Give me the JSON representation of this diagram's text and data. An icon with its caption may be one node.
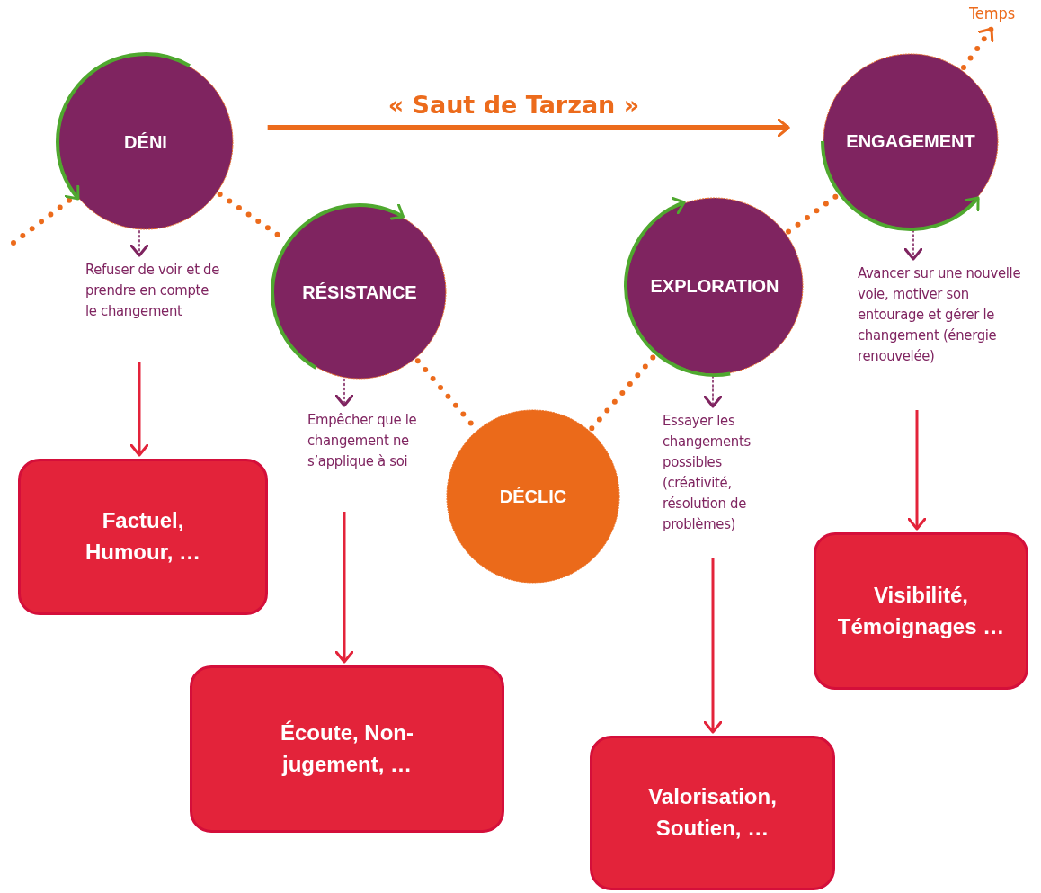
{
  "diagram": {
    "nodes": [
      {
        "text": [
          "DÉNI"
        ]
      },
      {
        "text": [
          "RÉSISTANCE"
        ]
      },
      {
        "text": [
          "DÉCLIC"
        ]
      },
      {
        "text": [
          "EXPLORATION"
        ]
      },
      {
        "text": [
          "ENGAGEMENT"
        ]
      },
      {
        "text": [
          "Temps"
        ]
      },
      {
        "text": [
          "Refuser de voir et de prendre en compte le changement"
        ]
      },
      {
        "text": [
          "Factuel, Humour, …"
        ]
      },
      {
        "text": [
          "Empêcher que le changement ne s’applique à soi"
        ]
      },
      {
        "text": [
          "Écoute, Non-jugement, …"
        ]
      },
      {
        "text": [
          "Essayer les changements possibles (créativité, résolution de problèmes)"
        ]
      },
      {
        "text": [
          "Valorisation, Soutien, …"
        ]
      },
      {
        "text": [
          "Avancer sur une nouvelle voie, motiver son entourage et gérer le changement (énergie renouvelée)"
        ]
      },
      {
        "text": [
          "Visibilité, Témoignages …"
        ]
      }
    ],
    "edges": [
      {
        "from": null,
        "to": 0,
        "arrow": "none",
        "style": "dashed",
        "color": "#ec6b1c"
      },
      {
        "from": 0,
        "to": 1,
        "arrow": "none",
        "style": "dashed",
        "color": "#ec6b1c"
      },
      {
        "from": 1,
        "to": 2,
        "arrow": "none",
        "style": "dashed",
        "color": "#ec6b1c"
      },
      {
        "from": 2,
        "to": 3,
        "arrow": "none",
        "style": "dashed",
        "color": "#ec6b1c"
      },
      {
        "from": 3,
        "to": 4,
        "arrow": "none",
        "style": "dashed",
        "color": "#ec6b1c"
      },
      {
        "from": 4,
        "to": 5,
        "arrow": "to",
        "style": "dashed",
        "color": "#ec6b1c"
      },
      {
        "from": 0,
        "to": 4,
        "arrow": "to",
        "label": "« Saut de Tarzan »",
        "style": "thick",
        "color": "#ec6b1c"
      },
      {
        "from": 0,
        "to": 6,
        "arrow": "to",
        "style": "dashed",
        "color": "#7f2460"
      },
      {
        "from": 6,
        "to": 7,
        "arrow": "to"
      },
      {
        "from": 1,
        "to": 8,
        "arrow": "to",
        "style": "dashed",
        "color": "#7f2460"
      },
      {
        "from": 8,
        "to": 9,
        "arrow": "to"
      },
      {
        "from": 3,
        "to": 10,
        "arrow": "to",
        "style": "dashed",
        "color": "#7f2460"
      },
      {
        "from": 10,
        "to": 11,
        "arrow": "to"
      },
      {
        "from": 4,
        "to": 12,
        "arrow": "to",
        "style": "dashed",
        "color": "#7f2460"
      },
      {
        "from": 12,
        "to": 13,
        "arrow": "to"
      }
    ]
  }
}
